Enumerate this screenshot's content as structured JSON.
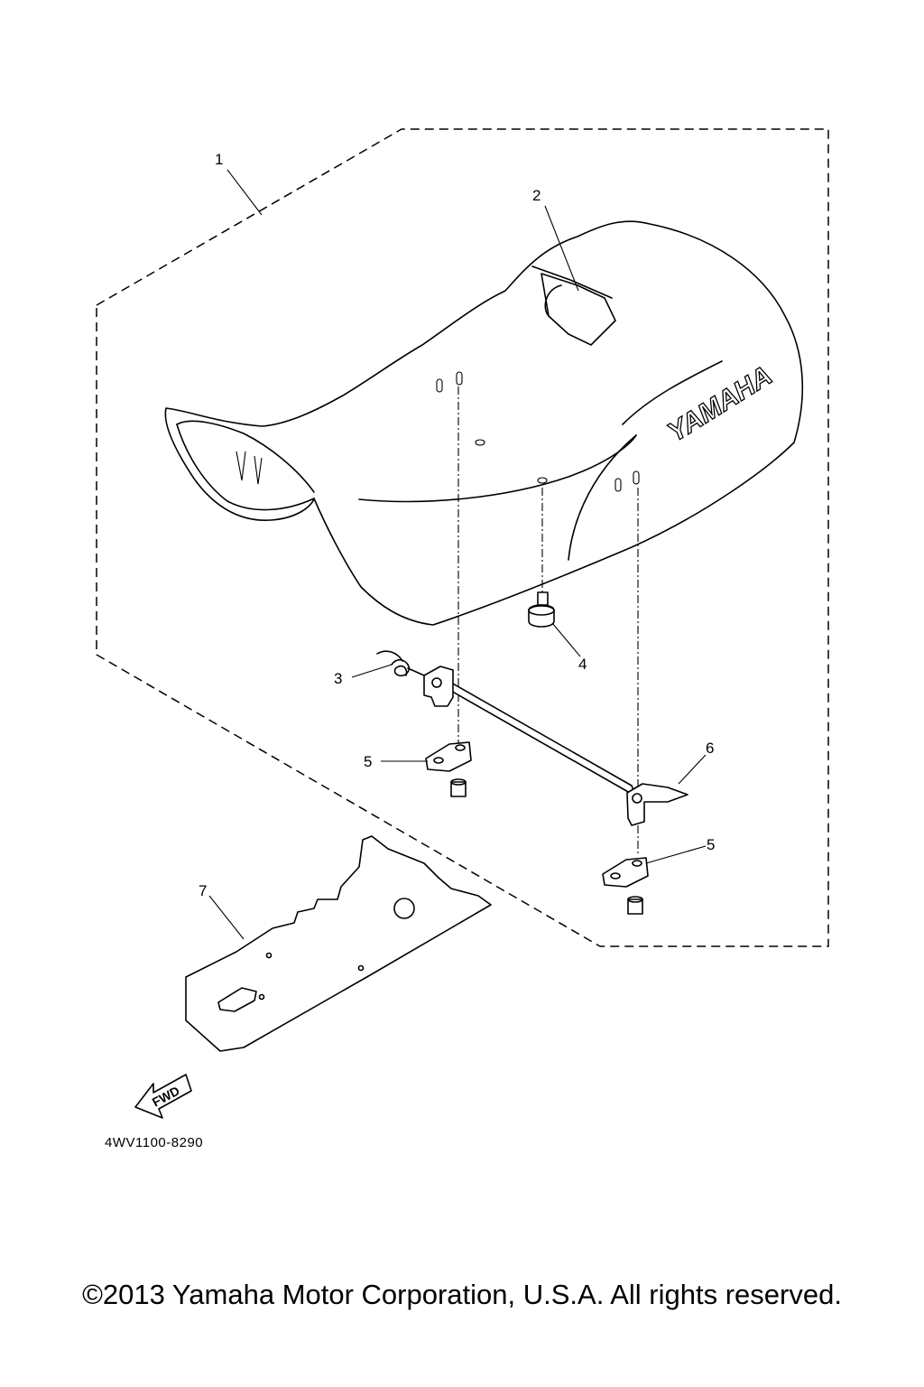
{
  "callouts": {
    "c1": "1",
    "c2": "2",
    "c3": "3",
    "c4": "4",
    "c5a": "5",
    "c5b": "5",
    "c6": "6",
    "c7": "7"
  },
  "seat_brand": "YAMAHA",
  "forward_arrow_label": "FWD",
  "diagram_code": "4WV1100-8290",
  "copyright": "©2013 Yamaha Motor Corporation, U.S.A. All rights reserved."
}
